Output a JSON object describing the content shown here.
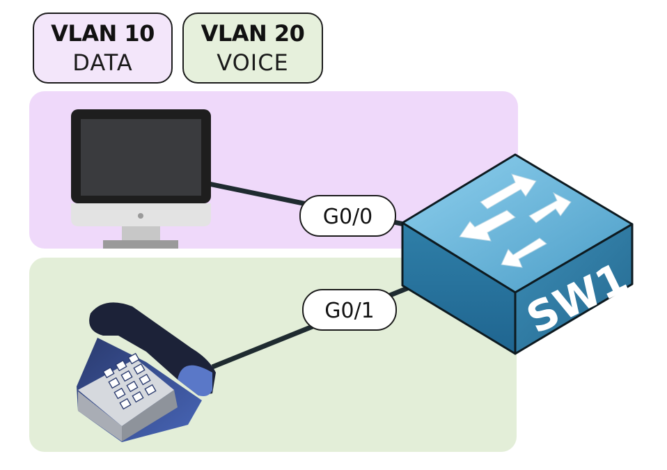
{
  "legend": [
    {
      "title": "VLAN 10",
      "subtitle": "DATA",
      "color": "#f3e6fa"
    },
    {
      "title": "VLAN 20",
      "subtitle": "VOICE",
      "color": "#e6f0dc"
    }
  ],
  "zones": {
    "data_color": "#efd9fa",
    "voice_color": "#e3eed8"
  },
  "links": [
    {
      "port": "G0/0",
      "from": "computer",
      "to": "SW1"
    },
    {
      "port": "G0/1",
      "from": "phone",
      "to": "SW1"
    }
  ],
  "switch": {
    "name": "SW1",
    "color": "#3d88b0"
  },
  "icons": [
    "computer-icon",
    "phone-icon",
    "switch-icon"
  ]
}
